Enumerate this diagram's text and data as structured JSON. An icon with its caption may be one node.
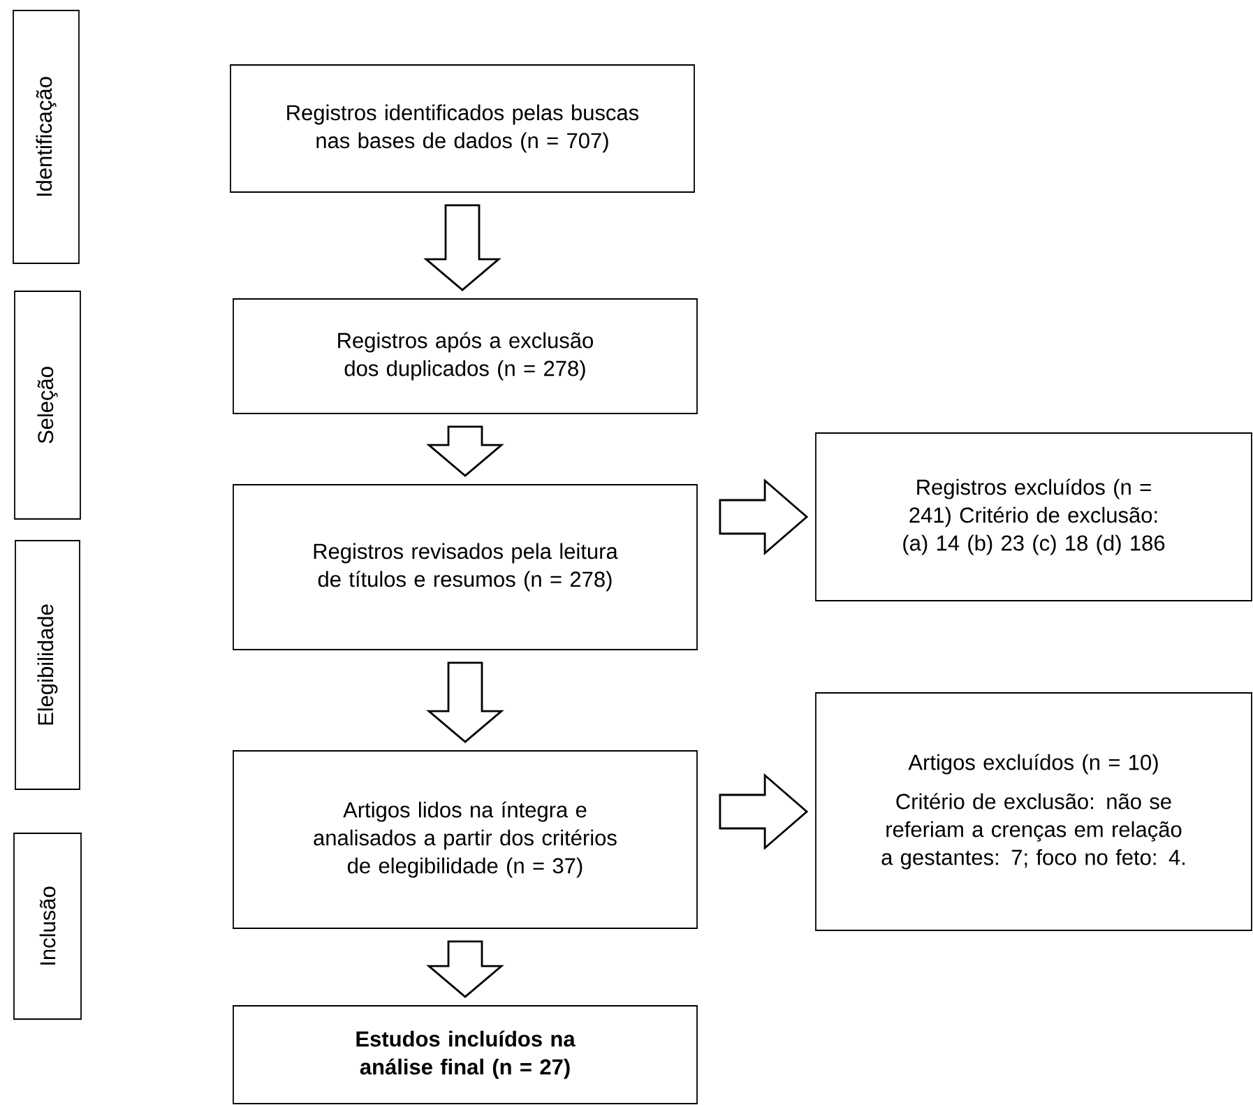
{
  "diagram": {
    "nodes": [
      {
        "text": [
          "Identificação"
        ]
      },
      {
        "text": [
          "Seleção"
        ]
      },
      {
        "text": [
          "Elegibilidade"
        ]
      },
      {
        "text": [
          "Inclusão"
        ]
      },
      {
        "text": [
          "Registros identificados pelas buscas nas bases de dados (n = 707)"
        ]
      },
      {
        "text": [
          "Registros após a exclusão dos duplicados (n = 278)"
        ]
      },
      {
        "text": [
          "Registros revisados pela leitura de títulos e resumos (n = 278)"
        ]
      },
      {
        "text": [
          "Registros excluídos (n = 241) Critério de exclusão: (a) 14 (b) 23 (c) 18 (d) 186"
        ]
      },
      {
        "text": [
          "Artigos lidos na íntegra e analisados a partir dos critérios de elegibilidade (n = 37)"
        ]
      },
      {
        "text": [
          "Artigos excluídos (n = 10)",
          "Critério de exclusão: não se referiam a crenças em relação a gestantes: 7; foco no feto: 4."
        ]
      },
      {
        "text": [
          "Estudos incluídos na análise final (n = 27)"
        ]
      }
    ],
    "edges": [
      {
        "from": 4,
        "to": 5,
        "arrow": "to"
      },
      {
        "from": 5,
        "to": 6,
        "arrow": "to"
      },
      {
        "from": 6,
        "to": 7,
        "arrow": "to"
      },
      {
        "from": 6,
        "to": 8,
        "arrow": "to"
      },
      {
        "from": 8,
        "to": 9,
        "arrow": "to"
      },
      {
        "from": 8,
        "to": 10,
        "arrow": "to"
      }
    ]
  }
}
